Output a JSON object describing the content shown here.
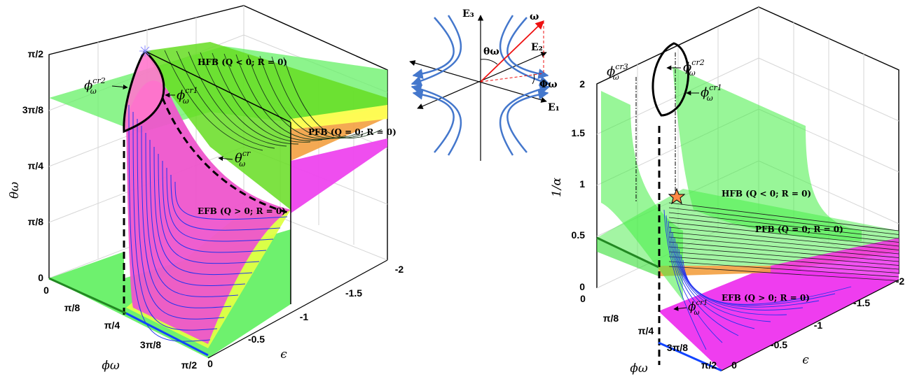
{
  "chart_data": [
    {
      "type": "surface3d",
      "panel": "left",
      "xlabel": "ϕω",
      "ylabel": "ϵ",
      "zlabel": "θω",
      "x_ticks": [
        "0",
        "π/8",
        "π/4",
        "3π/8",
        "π/2"
      ],
      "y_ticks": [
        "0",
        "-0.5",
        "-1",
        "-1.5",
        "-2"
      ],
      "z_ticks": [
        "0",
        "π/8",
        "π/4",
        "3π/8",
        "π/2"
      ],
      "xlim": [
        0,
        1.5708
      ],
      "ylim": [
        0,
        -2
      ],
      "zlim": [
        0,
        1.5708
      ],
      "grid": true,
      "regions": [
        {
          "label": "HFB",
          "condition": "(Q < 0; R = 0)",
          "color": "#33ee33"
        },
        {
          "label": "PFB",
          "condition": "(Q = 0; R = 0)",
          "color": "#ffb040"
        },
        {
          "label": "EFB",
          "condition": "(Q > 0; R = 0)",
          "color": "#ee44dd"
        }
      ],
      "annotations": [
        {
          "symbol": "ϕ",
          "sub": "ω",
          "sup": "cr2"
        },
        {
          "symbol": "ϕ",
          "sub": "ω",
          "sup": "cr1"
        },
        {
          "symbol": "θ",
          "sub": "ω",
          "sup": "cr"
        }
      ]
    },
    {
      "type": "surface3d",
      "panel": "right",
      "xlabel": "ϕω",
      "ylabel": "ϵ",
      "zlabel": "1/α",
      "x_ticks": [
        "0",
        "π/8",
        "π/4",
        "3π/8",
        "π/2"
      ],
      "y_ticks": [
        "0",
        "-0.5",
        "-1",
        "-1.5",
        "-2"
      ],
      "z_ticks": [
        "0",
        "0.5",
        "1",
        "1.5",
        "2"
      ],
      "xlim": [
        0,
        1.5708
      ],
      "ylim": [
        0,
        -2
      ],
      "zlim": [
        0,
        2
      ],
      "grid": true,
      "regions": [
        {
          "label": "HFB",
          "condition": "(Q < 0; R = 0)",
          "color": "#33ee33"
        },
        {
          "label": "PFB",
          "condition": "(Q = 0; R = 0)",
          "color": "#ffb040"
        },
        {
          "label": "EFB",
          "condition": "(Q > 0; R = 0)",
          "color": "#ee44dd"
        }
      ],
      "annotations": [
        {
          "symbol": "ϕ",
          "sub": "ω",
          "sup": "cr3"
        },
        {
          "symbol": "ϕ",
          "sub": "ω",
          "sup": "cr2"
        },
        {
          "symbol": "ϕ",
          "sub": "ω",
          "sup": "cr1"
        },
        {
          "symbol": "ϕ",
          "sub": "ω",
          "sup": "cr1"
        }
      ]
    }
  ],
  "inset": {
    "labels": {
      "e3": "E₃",
      "e2": "E₂",
      "e1": "E₁",
      "omega": "ω",
      "theta": "θω",
      "phi": "Φω"
    },
    "colors": {
      "flow": "#4477cc",
      "vector": "#ee1111"
    }
  }
}
